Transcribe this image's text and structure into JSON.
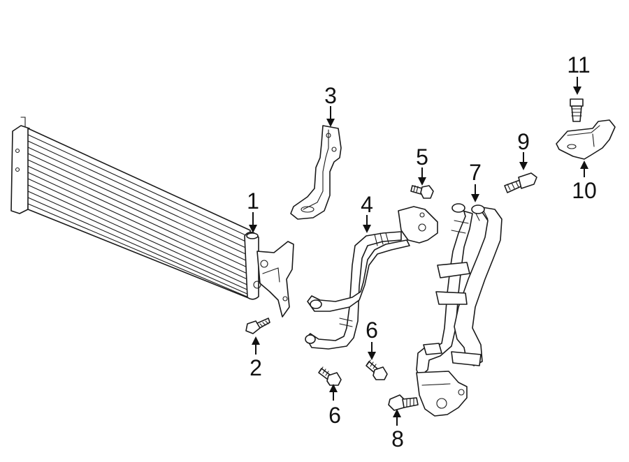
{
  "callouts": {
    "c1": "1",
    "c2": "2",
    "c3": "3",
    "c4": "4",
    "c5": "5",
    "c6a": "6",
    "c6b": "6",
    "c7": "7",
    "c8": "8",
    "c9": "9",
    "c10": "10",
    "c11": "11"
  },
  "colors": {
    "line": "#1a1a1a",
    "background": "#ffffff"
  }
}
